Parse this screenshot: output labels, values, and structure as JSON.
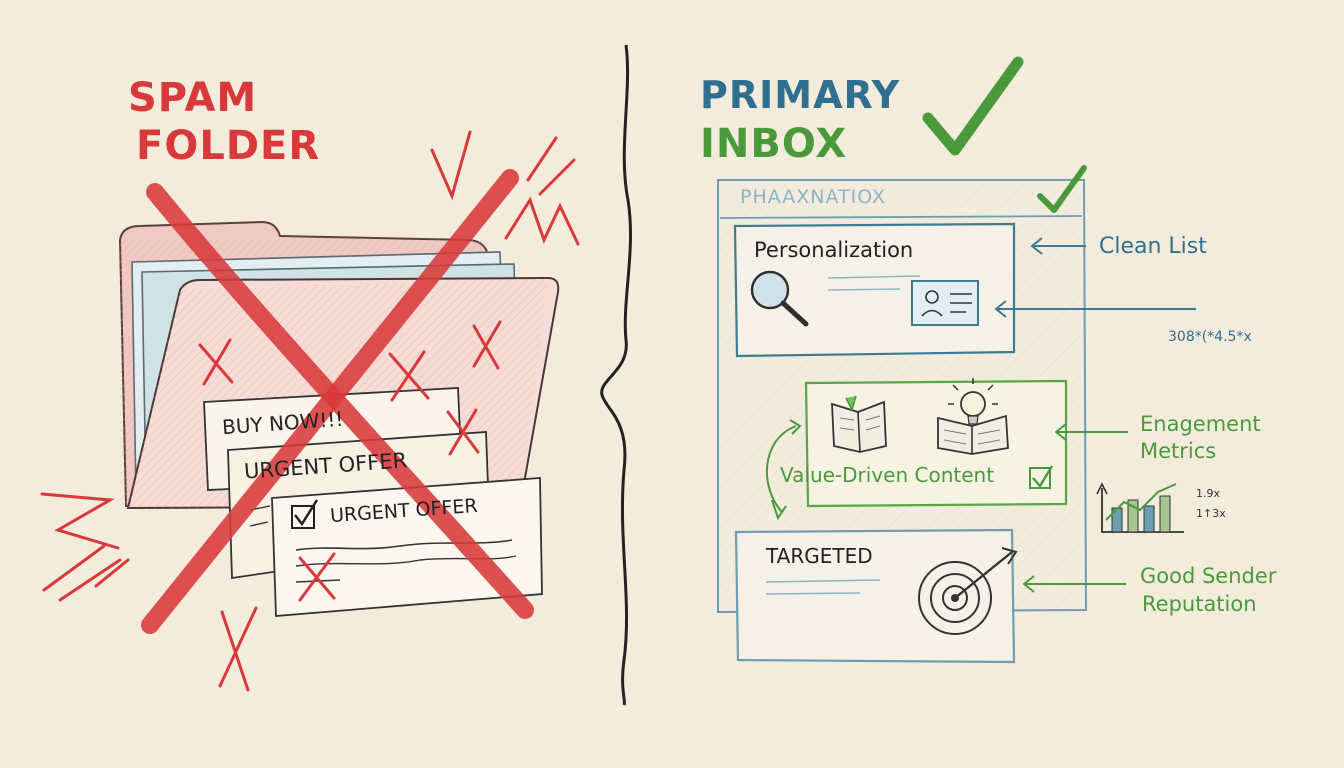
{
  "spam": {
    "title_line1": "SPAM",
    "title_line2": "FOLDER",
    "notes": [
      "BUY NOW!!!",
      "URGENT OFFER",
      "URGENT OFFER"
    ]
  },
  "inbox": {
    "title_line1": "PRIMARY",
    "title_line2": "INBOX",
    "header": "PHAAXNATIOX",
    "cards": {
      "personalization": "Personalization",
      "value_content": "Value-Driven Content",
      "targeted": "TARGETED"
    },
    "labels": {
      "clean_list": "Clean List",
      "stat_code": "308*(*4.5*x",
      "engagement_line1": "Enagement",
      "engagement_line2": "Metrics",
      "chart_value_1": "1.9x",
      "chart_value_2": "1↑3x",
      "reputation_line1": "Good Sender",
      "reputation_line2": "Reputation"
    }
  },
  "colors": {
    "background": "#f3ecdc",
    "spam_red": "#d8393a",
    "inbox_blue": "#2f6f8f",
    "inbox_green": "#4a9a3c",
    "ink": "#2b2b2b"
  }
}
